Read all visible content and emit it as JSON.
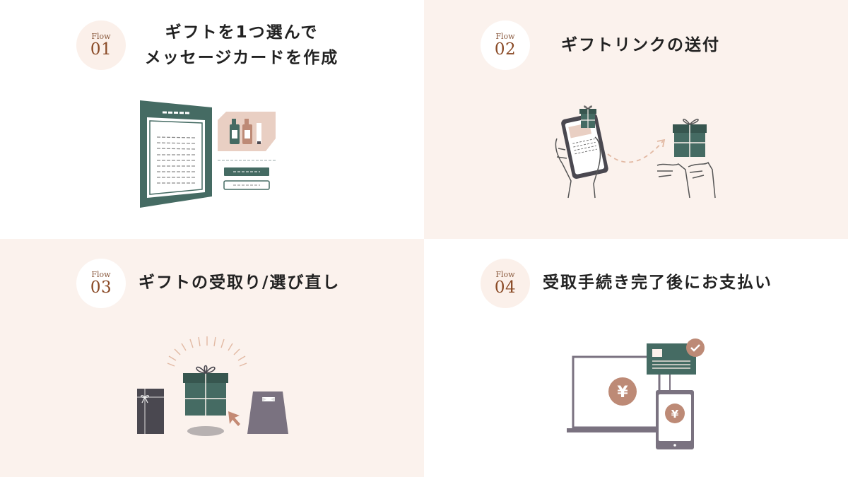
{
  "colors": {
    "beige": "#fbf2ed",
    "white": "#ffffff",
    "badge_number": "#8a4a26",
    "green": "#456b63",
    "dark_green": "#37564f",
    "pink": "#e9cfc3",
    "brown": "#bd8a76",
    "gray": "#7a7280",
    "charcoal": "#4a4850"
  },
  "steps": [
    {
      "flow_label": "Flow",
      "number": "01",
      "title_line1": "ギフトを1つ選んで",
      "title_line2": "メッセージカードを作成",
      "illustration": "message-card-and-product-illustration"
    },
    {
      "flow_label": "Flow",
      "number": "02",
      "title_line1": "ギフトリンクの送付",
      "illustration": "phone-sending-gift-to-hands-illustration"
    },
    {
      "flow_label": "Flow",
      "number": "03",
      "title_line1": "ギフトの受取り/選び直し",
      "illustration": "choosing-gift-boxes-illustration"
    },
    {
      "flow_label": "Flow",
      "number": "04",
      "title_line1": "受取手続き完了後にお支払い",
      "illustration": "yen-payment-devices-illustration",
      "currency_symbol": "¥"
    }
  ]
}
